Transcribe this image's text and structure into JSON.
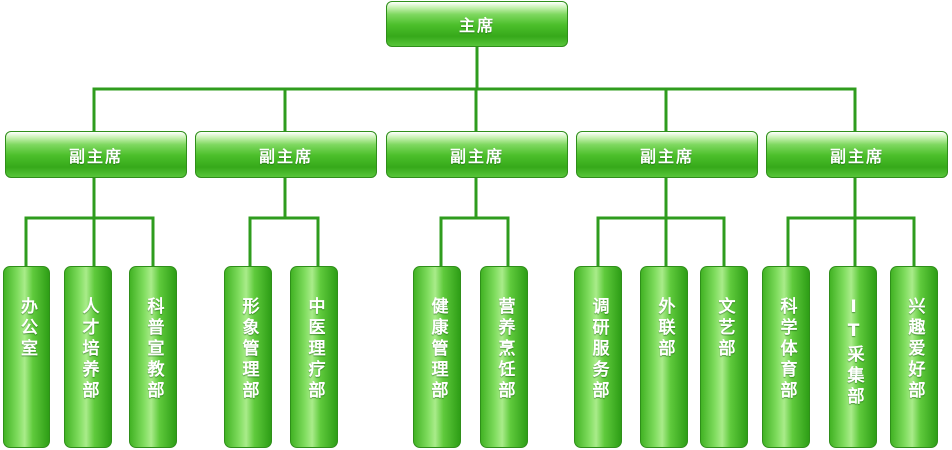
{
  "chair": {
    "label": "主席"
  },
  "vice_chairs": [
    {
      "label": "副主席",
      "departments": [
        "办公室",
        "人才培养部",
        "科普宣教部"
      ]
    },
    {
      "label": "副主席",
      "departments": [
        "形象管理部",
        "中医理疗部"
      ]
    },
    {
      "label": "副主席",
      "departments": [
        "健康管理部",
        "营养烹饪部"
      ]
    },
    {
      "label": "副主席",
      "departments": [
        "调研服务部",
        "外联部",
        "文艺部"
      ]
    },
    {
      "label": "副主席",
      "departments": [
        "科学体育部",
        "IT采集部",
        "兴趣爱好部"
      ]
    }
  ],
  "colors": {
    "line": "#2f9c1e",
    "box_border": "#2f8f1a",
    "box_fill": "#4cbf2b",
    "text": "#ffffff"
  }
}
